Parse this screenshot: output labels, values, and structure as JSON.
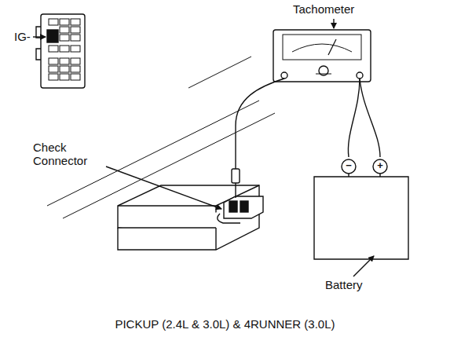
{
  "diagram": {
    "caption": "PICKUP (2.4L & 3.0L) & 4RUNNER (3.0L)",
    "labels": [
      "Tachometer",
      "IG-",
      "Check Connector",
      "Battery",
      "−",
      "+"
    ]
  }
}
